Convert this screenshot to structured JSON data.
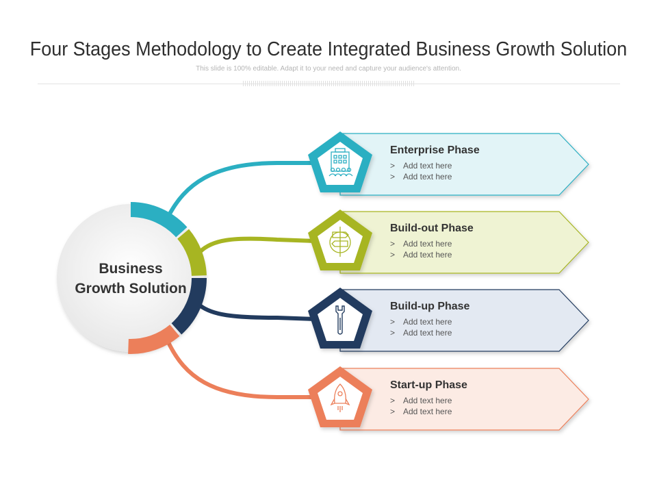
{
  "header": {
    "title": "Four Stages Methodology to Create Integrated Business Growth Solution",
    "subtitle": "This slide is 100% editable. Adapt it to your need and capture your audience's attention."
  },
  "center": {
    "line1": "Business",
    "line2": "Growth Solution"
  },
  "phases": [
    {
      "title": "Enterprise Phase",
      "bullets": [
        "Add text here",
        "Add text here"
      ],
      "color": "#2bafc2",
      "fill": "#e2f4f7",
      "icon": "building-icon"
    },
    {
      "title": "Build-out Phase",
      "bullets": [
        "Add text here",
        "Add text here"
      ],
      "color": "#a7b522",
      "fill": "#eff3d3",
      "icon": "signpost-icon"
    },
    {
      "title": "Build-up Phase",
      "bullets": [
        "Add text here",
        "Add text here"
      ],
      "color": "#223b5e",
      "fill": "#e3e9f2",
      "icon": "wrench-icon"
    },
    {
      "title": "Start-up Phase",
      "bullets": [
        "Add text here",
        "Add text here"
      ],
      "color": "#ec7f5a",
      "fill": "#fcebe4",
      "icon": "rocket-icon"
    }
  ],
  "bullet_marker": ">"
}
